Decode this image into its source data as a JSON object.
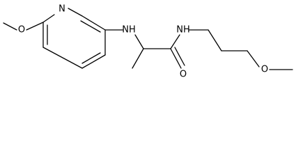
{
  "molecule": {
    "atoms": {
      "o_methoxy_left": "O",
      "n_pyridine": "N",
      "n_amine": "NH",
      "n_amide": "NH",
      "o_carbonyl": "O",
      "o_methoxy_right": "O"
    }
  }
}
